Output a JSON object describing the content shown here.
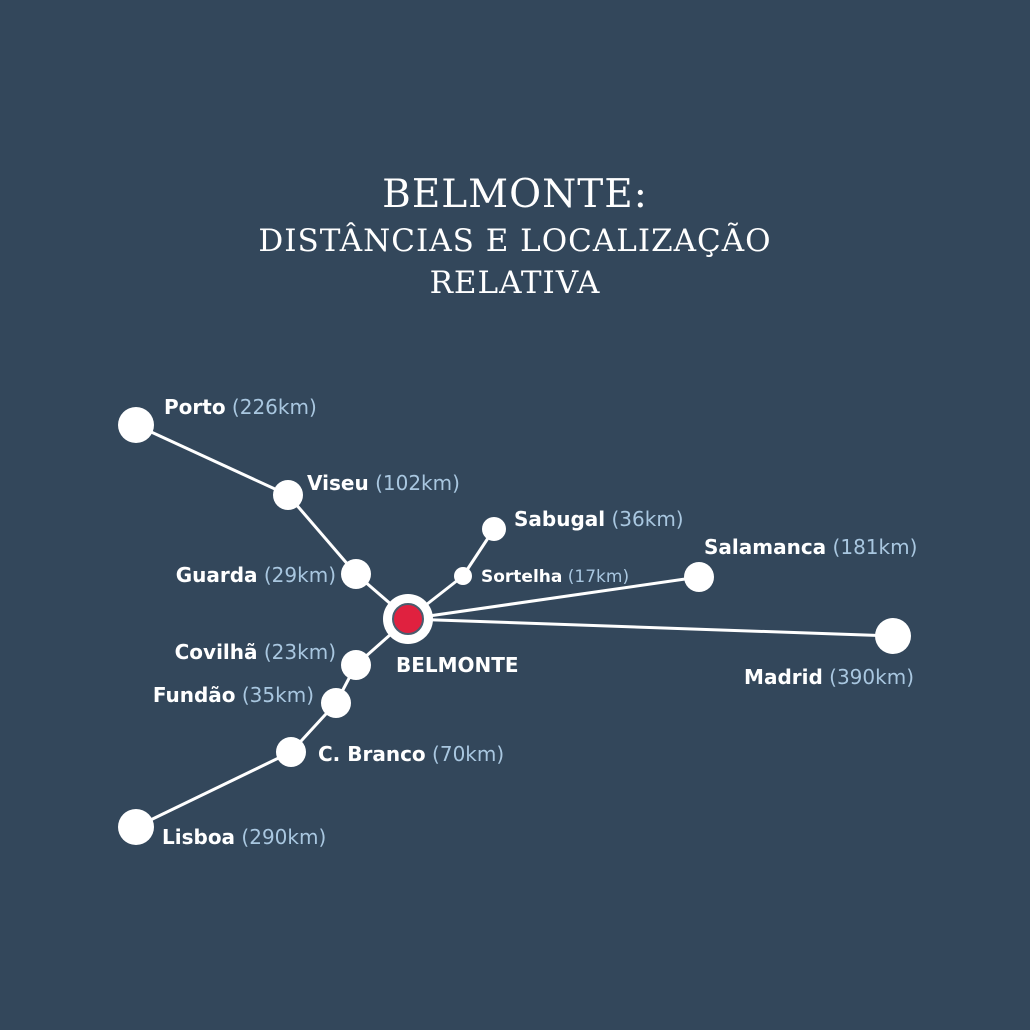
{
  "title": {
    "main": "BELMONTE:",
    "line2": "DISTÂNCIAS E LOCALIZAÇÃO",
    "line3": "RELATIVA"
  },
  "colors": {
    "background": "#33475b",
    "node": "#ffffff",
    "center_fill": "#e0213f",
    "distance_text": "#a9c7e0"
  },
  "center": {
    "name": "BELMONTE"
  },
  "places": [
    {
      "key": "porto",
      "name": "Porto",
      "distance": "(226km)"
    },
    {
      "key": "viseu",
      "name": "Viseu",
      "distance": "(102km)"
    },
    {
      "key": "guarda",
      "name": "Guarda",
      "distance": "(29km)"
    },
    {
      "key": "sabugal",
      "name": "Sabugal",
      "distance": "(36km)"
    },
    {
      "key": "sortelha",
      "name": "Sortelha",
      "distance": "(17km)"
    },
    {
      "key": "salamanca",
      "name": "Salamanca",
      "distance": "(181km)"
    },
    {
      "key": "madrid",
      "name": "Madrid",
      "distance": "(390km)"
    },
    {
      "key": "covilha",
      "name": "Covilhã",
      "distance": "(23km)"
    },
    {
      "key": "fundao",
      "name": "Fundão",
      "distance": "(35km)"
    },
    {
      "key": "cbranco",
      "name": "C. Branco",
      "distance": "(70km)"
    },
    {
      "key": "lisboa",
      "name": "Lisboa",
      "distance": "(290km)"
    }
  ]
}
